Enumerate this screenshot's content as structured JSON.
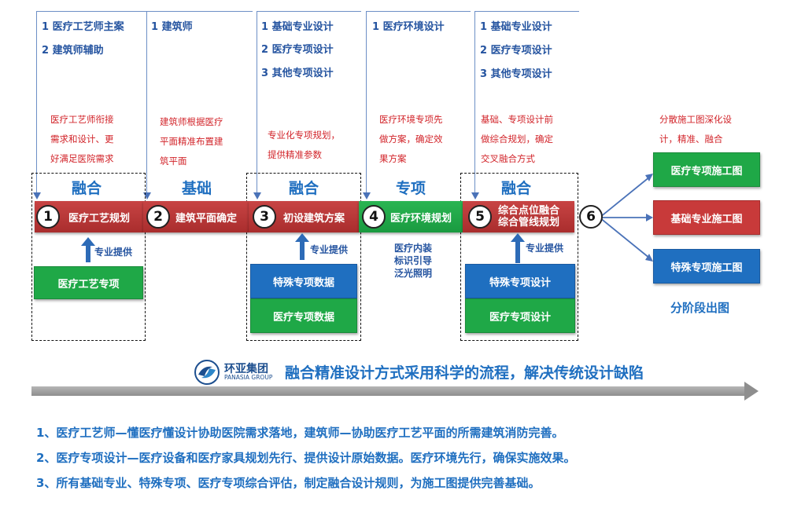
{
  "columns": [
    {
      "items": [
        "1 医疗工艺师主案",
        "2 建筑师辅助"
      ],
      "desc": [
        "医疗工艺师衔接",
        "需求和设计、更",
        "好满足医院需求"
      ],
      "phase": "融合"
    },
    {
      "items": [
        "1 建筑师"
      ],
      "desc": [
        "建筑师根据医疗",
        "平面精准布置建",
        "筑平面"
      ],
      "phase": "基础"
    },
    {
      "items": [
        "1 基础专业设计",
        "2 医疗专项设计",
        "3 其他专项设计"
      ],
      "desc": [
        "专业化专项规划，",
        "提供精准参数"
      ],
      "phase": "融合"
    },
    {
      "items": [
        "1 医疗环境设计"
      ],
      "desc": [
        "医疗环境专项先",
        "做方案，确定效",
        "果方案"
      ],
      "phase": "专项"
    },
    {
      "items": [
        "1 基础专业设计",
        "2 医疗专项设计",
        "3 其他专项设计"
      ],
      "desc": [
        "基础、专项设计前",
        "做综合规划，确定",
        "交叉融合方式"
      ],
      "phase": "融合"
    }
  ],
  "steps": [
    {
      "num": "1",
      "label": "医疗工艺规划"
    },
    {
      "num": "2",
      "label": "建筑平面确定"
    },
    {
      "num": "3",
      "label": "初设建筑方案"
    },
    {
      "num": "4",
      "label": "医疗环境规划"
    },
    {
      "num": "5",
      "label": "综合点位融合\n综合管线规划"
    },
    {
      "num": "6",
      "label": ""
    }
  ],
  "support_label": "专业提供",
  "support_boxes": {
    "col1": [
      "医疗工艺专项"
    ],
    "col3": [
      "特殊专项数据",
      "医疗专项数据"
    ],
    "col5": [
      "特殊专项设计",
      "医疗专项设计"
    ]
  },
  "col4_note": "医疗内装\n标识引导\n泛光照明",
  "right": {
    "desc": [
      "分散施工图深化设",
      "计，精准、融合"
    ],
    "outputs": [
      "医疗专项施工图",
      "基础专业施工图",
      "特殊专项施工图"
    ],
    "caption": "分阶段出图"
  },
  "logo": {
    "cn": "环亚集团",
    "en": "PANASIA GROUP"
  },
  "slogan": "融合精准设计方式采用科学的流程，解决传统设计缺陷",
  "bottom_lines": [
    "1、医疗工艺师—懂医疗懂设计协助医院需求落地，建筑师—协助医疗工艺平面的所需建筑消防完善。",
    "2、医疗专项设计—医疗设备和医疗家具规划先行、提供设计原始数据。医疗环境先行，确保实施效果。",
    "3、所有基础专业、特殊专项、医疗专项综合评估，制定融合设计规则，为施工图提供完善基础。"
  ],
  "colors": {
    "blue": "#1f6fc0",
    "red": "#c83a3a",
    "green": "#1fa847",
    "desc_red": "#d2242a"
  }
}
